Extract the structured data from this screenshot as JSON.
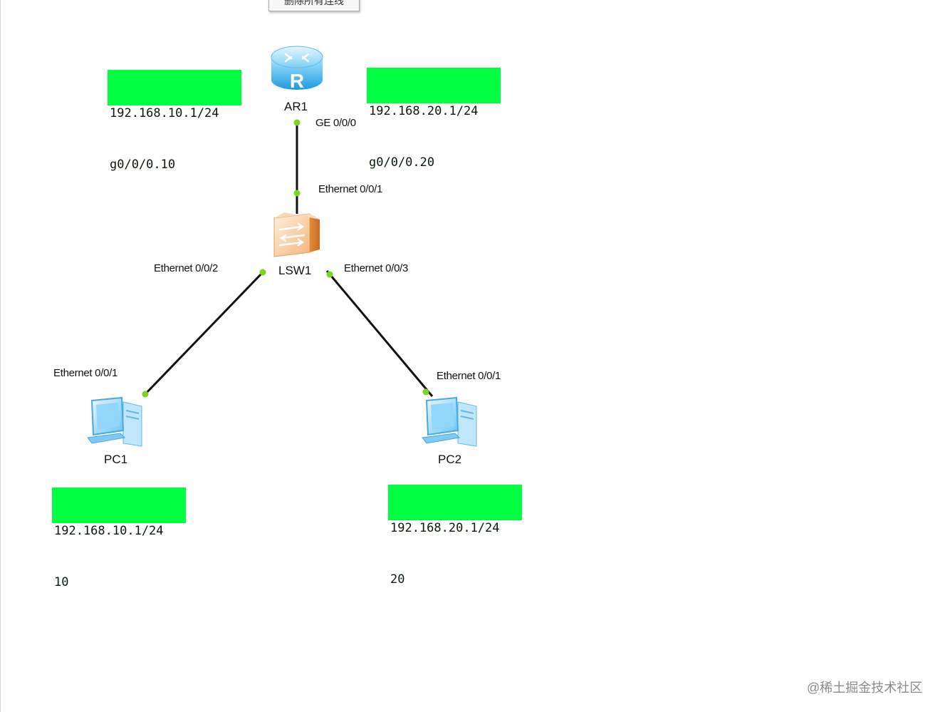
{
  "tooltip": "删除所有连线",
  "devices": {
    "router": {
      "name": "AR1",
      "icon": "router-icon"
    },
    "switch": {
      "name": "LSW1",
      "icon": "switch-icon"
    },
    "pc1": {
      "name": "PC1",
      "icon": "pc-icon"
    },
    "pc2": {
      "name": "PC2",
      "icon": "pc-icon"
    }
  },
  "ports": {
    "router_ge": "GE 0/0/0",
    "switch_up": "Ethernet 0/0/1",
    "switch_left": "Ethernet 0/0/2",
    "switch_right": "Ethernet 0/0/3",
    "pc1_eth": "Ethernet 0/0/1",
    "pc2_eth": "Ethernet 0/0/1"
  },
  "notes": {
    "router_left": {
      "line1": "192.168.10.1/24",
      "line2": "g0/0/0.10"
    },
    "router_right": {
      "line1": "192.168.20.1/24",
      "line2": "g0/0/0.20"
    },
    "pc1": {
      "line1": "192.168.10.1/24",
      "line2": "10"
    },
    "pc2": {
      "line1": "192.168.20.1/24",
      "line2": "20"
    }
  },
  "links": [
    {
      "from": "AR1",
      "to": "LSW1"
    },
    {
      "from": "LSW1",
      "to": "PC1"
    },
    {
      "from": "LSW1",
      "to": "PC2"
    }
  ],
  "colors": {
    "note_bg": "#00ff41",
    "link": "#111111",
    "port_dot": "#7ed321"
  },
  "watermark": "@稀土掘金技术社区"
}
